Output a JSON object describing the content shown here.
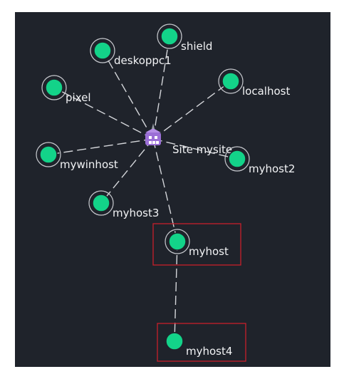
{
  "colors": {
    "canvas_background": "#1f232b",
    "node_fill": "#13d389",
    "edge": "#d4d6da",
    "selection": "#c8202b",
    "site_icon": "#9b6fd6"
  },
  "site": {
    "label": "Site mysite",
    "icon": "site-icon"
  },
  "hosts": [
    {
      "id": "deskoppc1",
      "label": "deskoppc1",
      "ring": true,
      "selected": false
    },
    {
      "id": "shield",
      "label": "shield",
      "ring": true,
      "selected": false
    },
    {
      "id": "pixel",
      "label": "pixel",
      "ring": true,
      "selected": false
    },
    {
      "id": "localhost",
      "label": "localhost",
      "ring": true,
      "selected": false
    },
    {
      "id": "mywinhost",
      "label": "mywinhost",
      "ring": true,
      "selected": false
    },
    {
      "id": "myhost2",
      "label": "myhost2",
      "ring": true,
      "selected": false
    },
    {
      "id": "myhost3",
      "label": "myhost3",
      "ring": true,
      "selected": false
    },
    {
      "id": "myhost",
      "label": "myhost",
      "ring": true,
      "selected": true
    },
    {
      "id": "myhost4",
      "label": "myhost4",
      "ring": false,
      "selected": true
    }
  ],
  "links": [
    [
      "site",
      "deskoppc1"
    ],
    [
      "site",
      "shield"
    ],
    [
      "site",
      "pixel"
    ],
    [
      "site",
      "localhost"
    ],
    [
      "site",
      "mywinhost"
    ],
    [
      "site",
      "myhost2"
    ],
    [
      "site",
      "myhost3"
    ],
    [
      "site",
      "myhost"
    ],
    [
      "myhost",
      "myhost4"
    ]
  ]
}
